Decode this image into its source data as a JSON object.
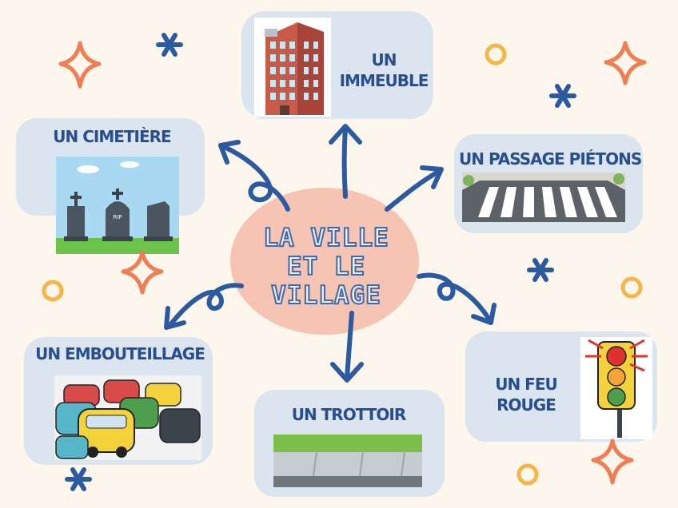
{
  "center": {
    "line1": "LA VILLE",
    "line2": "ET LE",
    "line3": "VILLAGE"
  },
  "items": {
    "immeuble": {
      "line1": "UN",
      "line2": "IMMEUBLE"
    },
    "cimetiere": {
      "label": "UN CIMETIÈRE",
      "tombstone_text": "RIP"
    },
    "passage": {
      "label": "UN PASSAGE PIÉTONS"
    },
    "embouteillage": {
      "label": "UN EMBOUTEILLAGE"
    },
    "trottoir": {
      "label": "UN TROTTOIR"
    },
    "feu": {
      "line1": "UN FEU",
      "line2": "ROUGE"
    }
  },
  "colors": {
    "background": "#fdf6ec",
    "card": "#dbe5f0",
    "center_blob": "#f7c3b2",
    "arrow": "#2c5aa0",
    "sparkle": "#ef7e52",
    "ring": "#f6b547",
    "star": "#2c5aa0"
  }
}
